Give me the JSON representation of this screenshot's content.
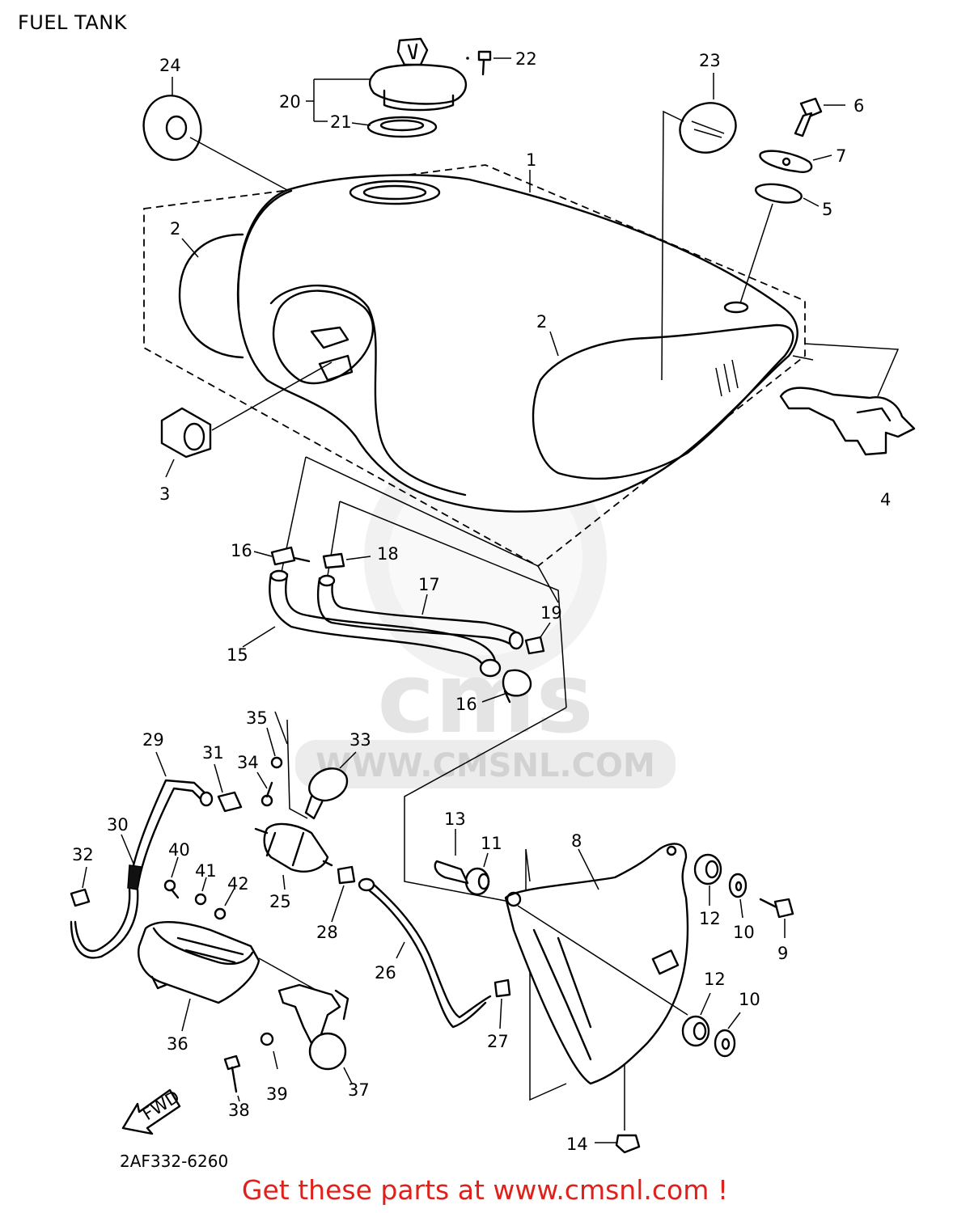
{
  "title": "FUEL TANK",
  "diagram_code": "2AF332-6260",
  "footer": "Get these parts at www.cmsnl.com !",
  "watermark": {
    "logo_text": "cms",
    "url_text": "WWW.CMSNL.COM"
  },
  "fwd_label": "FWD",
  "colors": {
    "footer": "#e0201a",
    "line": "#000000",
    "watermark": "#e4e4e4"
  },
  "callouts": [
    {
      "id": "c1",
      "label": "1"
    },
    {
      "id": "c2a",
      "label": "2"
    },
    {
      "id": "c2b",
      "label": "2"
    },
    {
      "id": "c3",
      "label": "3"
    },
    {
      "id": "c4",
      "label": "4"
    },
    {
      "id": "c5",
      "label": "5"
    },
    {
      "id": "c6",
      "label": "6"
    },
    {
      "id": "c7",
      "label": "7"
    },
    {
      "id": "c8",
      "label": "8"
    },
    {
      "id": "c9",
      "label": "9"
    },
    {
      "id": "c10a",
      "label": "10"
    },
    {
      "id": "c10b",
      "label": "10"
    },
    {
      "id": "c11",
      "label": "11"
    },
    {
      "id": "c12a",
      "label": "12"
    },
    {
      "id": "c12b",
      "label": "12"
    },
    {
      "id": "c13",
      "label": "13"
    },
    {
      "id": "c14",
      "label": "14"
    },
    {
      "id": "c15",
      "label": "15"
    },
    {
      "id": "c16a",
      "label": "16"
    },
    {
      "id": "c16b",
      "label": "16"
    },
    {
      "id": "c17",
      "label": "17"
    },
    {
      "id": "c18",
      "label": "18"
    },
    {
      "id": "c19",
      "label": "19"
    },
    {
      "id": "c20",
      "label": "20"
    },
    {
      "id": "c21",
      "label": "21"
    },
    {
      "id": "c22",
      "label": "22"
    },
    {
      "id": "c23",
      "label": "23"
    },
    {
      "id": "c24",
      "label": "24"
    },
    {
      "id": "c25",
      "label": "25"
    },
    {
      "id": "c26",
      "label": "26"
    },
    {
      "id": "c27",
      "label": "27"
    },
    {
      "id": "c28",
      "label": "28"
    },
    {
      "id": "c29",
      "label": "29"
    },
    {
      "id": "c30",
      "label": "30"
    },
    {
      "id": "c31",
      "label": "31"
    },
    {
      "id": "c32",
      "label": "32"
    },
    {
      "id": "c33",
      "label": "33"
    },
    {
      "id": "c34",
      "label": "34"
    },
    {
      "id": "c35",
      "label": "35"
    },
    {
      "id": "c36",
      "label": "36"
    },
    {
      "id": "c37",
      "label": "37"
    },
    {
      "id": "c38",
      "label": "38"
    },
    {
      "id": "c39",
      "label": "39"
    },
    {
      "id": "c40",
      "label": "40"
    },
    {
      "id": "c41",
      "label": "41"
    },
    {
      "id": "c42",
      "label": "42"
    }
  ]
}
